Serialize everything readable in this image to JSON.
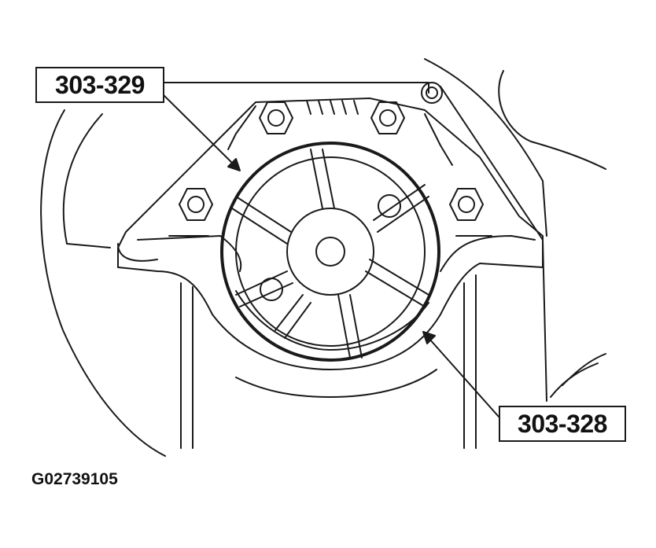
{
  "callouts": {
    "upper_left": "303-329",
    "lower_right": "303-328"
  },
  "figure_id": "G02739105"
}
